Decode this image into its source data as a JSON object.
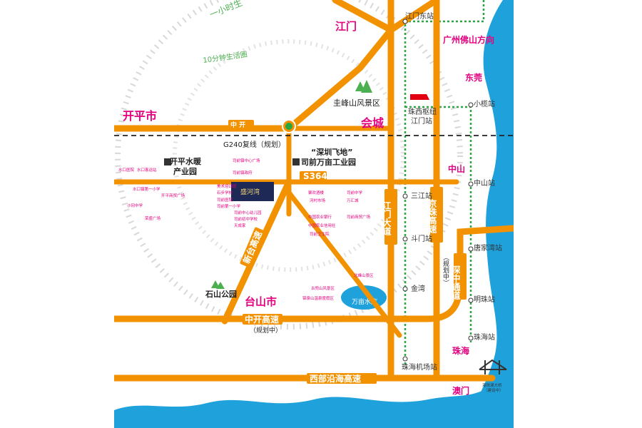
{
  "ring_labels": {
    "outer": "一小时生",
    "inner": "10分钟生活圈"
  },
  "cities": {
    "jiangmen": "江门",
    "kaiping": "开平市",
    "huicheng": "会城",
    "taishan": "台山市",
    "guangfo": "广州佛山方向",
    "dongguan": "东莞",
    "zhongshan": "中山",
    "zhuhai": "珠海",
    "macau": "澳门"
  },
  "roads": {
    "g240": "G240复线（规划）",
    "s364": "S364",
    "xintai": "新台高速",
    "zhongkai": "中开高速",
    "zhongkai_note": "（规划中）",
    "jiangmen_ave": "江门大道",
    "jingzhu": "京珠高速",
    "west_coast": "西部沿海高速",
    "zhongshan_exp": "深中通道",
    "zhongshan_note": "（规划中）"
  },
  "stations": {
    "jiangmen_east": "江门东站",
    "hub": "珠西枢纽",
    "hub2": "江门站",
    "sanjiang": "三江站",
    "doumen": "斗门站",
    "jinwan": "金湾",
    "zhuhai_airport": "珠海机场站",
    "xiaolan": "小榄站",
    "zhongshan_st": "中山站",
    "tangjiawan": "唐家湾站",
    "mingzhu": "明珠站",
    "zhuhai_st": "珠海站",
    "bridge_note_1": "港珠澳大桥",
    "bridge_note_2": "（建设中）"
  },
  "places": {
    "scenic": "圭峰山风景区",
    "kaiping_park_1": "开平水暖",
    "kaiping_park_2": "产业园",
    "shenzhen_1": "“深圳飞地”",
    "shenzhen_2": "司前万亩工业园",
    "shishan": "石山公园",
    "reservoir": "万亩水库",
    "project": "盛河湾"
  },
  "pois_left": [
    "水口医院",
    "水口客运站",
    "水口镇第一小学",
    "开平商贸广场",
    "沙冈中学",
    "荣盛广场",
    "美术培训班",
    "石步学校",
    "司前医院",
    "司前第一小学",
    "司前镇中心广场",
    "司前中心幼儿园",
    "司前初中学校",
    "司前镇政府",
    "天成家"
  ],
  "pois_right": [
    "聚欢酒楼",
    "司前中学",
    "河村市场",
    "万汇城",
    "中国农业银行",
    "司前商贸广场",
    "中国农业信用社",
    "司前卫生院",
    "北峰山景区",
    "古兜山风景区",
    "锦泉山温泉度假区"
  ],
  "colors": {
    "road": "#f39200",
    "road_dark": "#e07800",
    "river": "#1fa2dc",
    "metro": "#2aa641",
    "city": "#e4007f",
    "accent": "#e40013"
  }
}
